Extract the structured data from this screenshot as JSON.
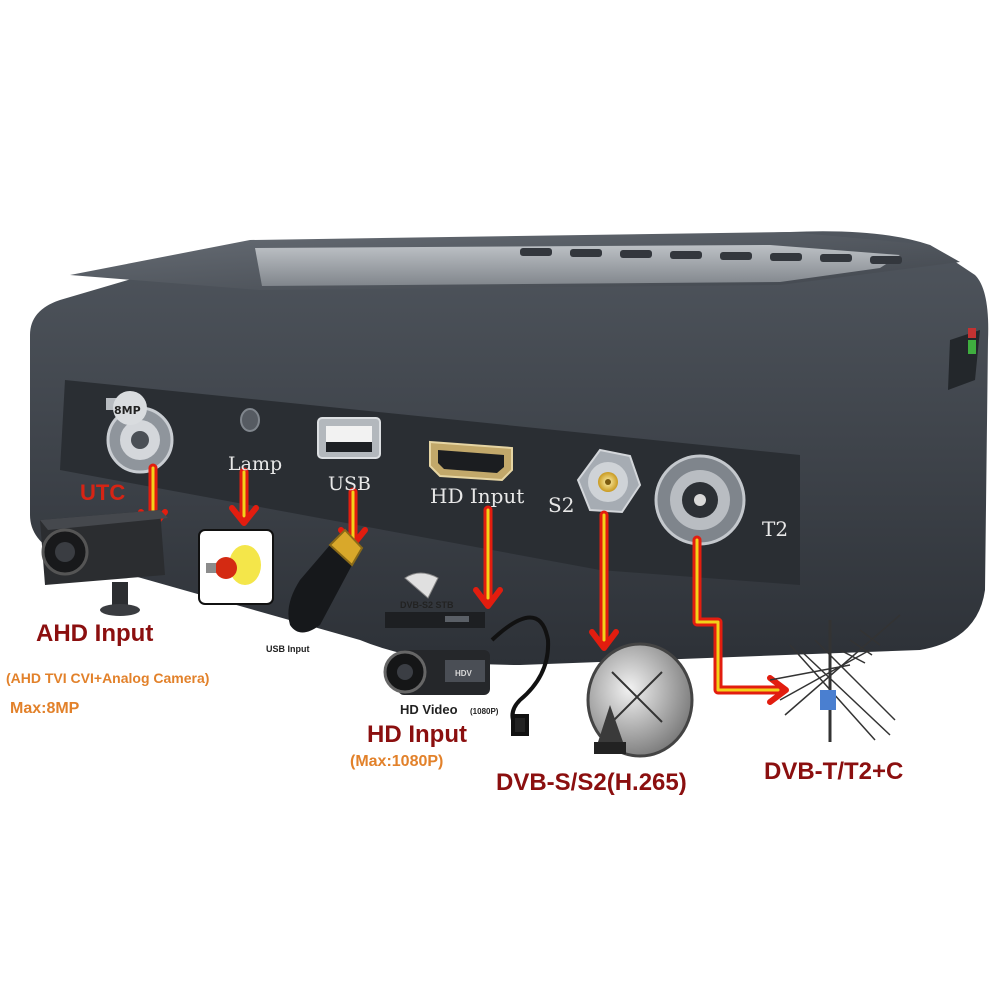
{
  "ports": {
    "bnc_badge": "8MP",
    "lamp": "Lamp",
    "usb": "USB",
    "hd_input": "HD Input",
    "s2": "S2",
    "t2": "T2"
  },
  "labels": {
    "utc": "UTC",
    "ahd_input": "AHD Input",
    "ahd_desc": "(AHD TVI CVI+Analog Camera)",
    "ahd_max": "Max:8MP",
    "usb_input": "USB Input",
    "stb": "DVB-S2 STB",
    "hd_video": "HD Video",
    "hd_video_res": "(1080P)",
    "hd_input": "HD Input",
    "hd_max": "(Max:1080P)",
    "dvb_s": "DVB-S/S2(H.265)",
    "dvb_t": "DVB-T/T2+C",
    "camcorder_brand": "HDV"
  },
  "colors": {
    "device_body": "#3a3f46",
    "arrow_red": "#e21d0f",
    "arrow_yellow": "#f2d21a",
    "label_red": "#8b0f0f",
    "label_orange": "#e2812a"
  }
}
